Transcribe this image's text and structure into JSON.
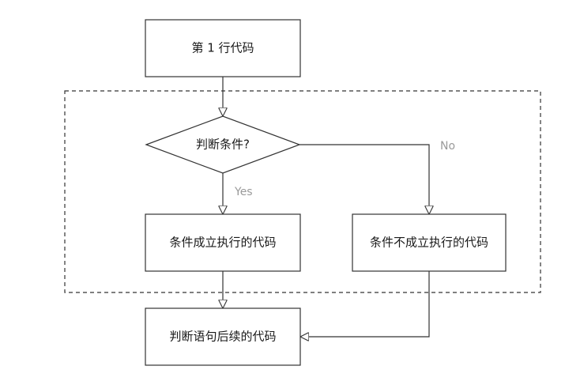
{
  "nodes": {
    "start": "第 1 行代码",
    "decision": "判断条件?",
    "true_branch": "条件成立执行的代码",
    "false_branch": "条件不成立执行的代码",
    "after": "判断语句后续的代码"
  },
  "edges": {
    "yes_label": "Yes",
    "no_label": "No"
  },
  "colors": {
    "stroke": "#333333",
    "text": "#1a1a1a",
    "branch_label": "#9a9a9a",
    "background": "#ffffff"
  }
}
